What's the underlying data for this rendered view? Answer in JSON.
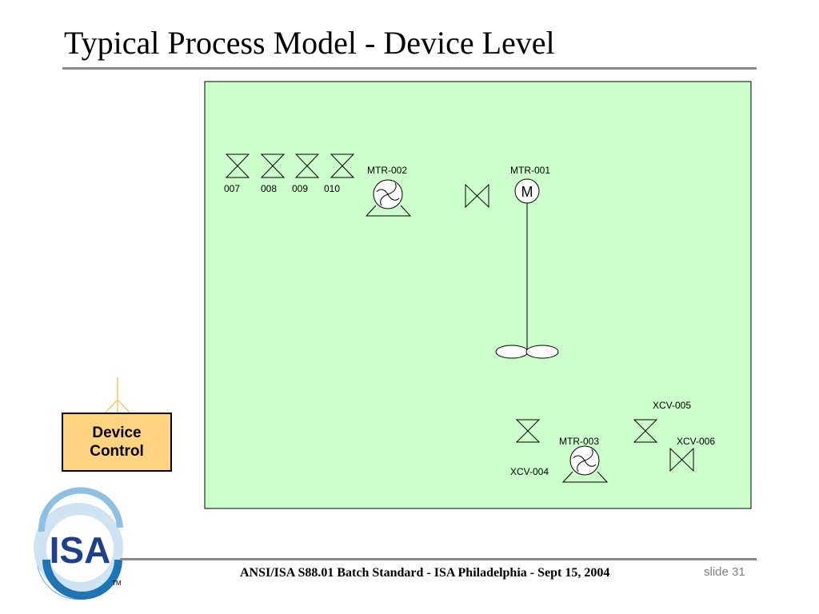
{
  "slide": {
    "title": "Typical Process Model - Device Level",
    "footer": "ANSI/ISA S88.01 Batch Standard - ISA Philadelphia - Sept 15, 2004",
    "slide_number": "slide 31"
  },
  "device_control": {
    "line1": "Device",
    "line2": "Control"
  },
  "diagram": {
    "background_color": "#ccffcc",
    "valves": {
      "v007": "007",
      "v008": "008",
      "v009": "009",
      "v010": "010"
    },
    "motors": {
      "mtr002": "MTR-002",
      "mtr001": "MTR-001",
      "mtr001_symbol": "M",
      "mtr003": "MTR-003"
    },
    "control_valves": {
      "xcv004": "XCV-004",
      "xcv005": "XCV-005",
      "xcv006": "XCV-006"
    }
  },
  "logo": {
    "text": "ISA",
    "trademark": "TM"
  }
}
